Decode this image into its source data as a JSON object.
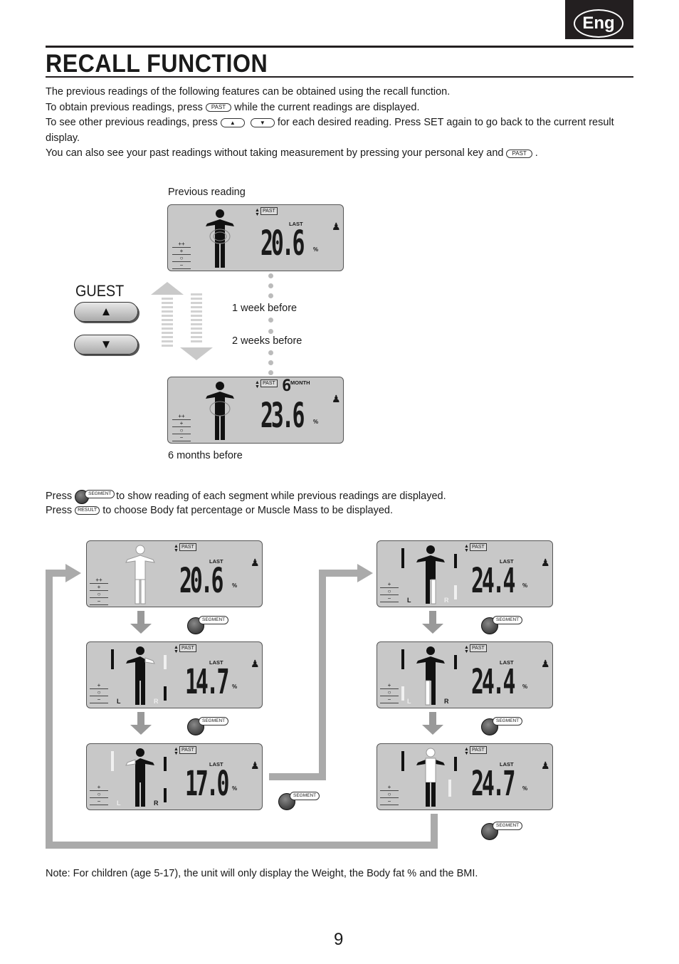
{
  "tab_label": "Eng",
  "title": "RECALL FUNCTION",
  "intro": {
    "line1": "The previous readings of the following features can be obtained using the recall function.",
    "line2_a": "To obtain previous readings, press",
    "line2_b": "while the current readings are displayed.",
    "line3_a": "To see other previous readings, press",
    "line3_b": "for each desired reading. Press SET again to go back to the current result display.",
    "line4_a": "You can also see your past readings without taking measurement by pressing your personal key and",
    "line4_b": "."
  },
  "keys": {
    "past": "PAST",
    "segment": "SEGMENT",
    "result": "RESULT",
    "up": "▲",
    "down": "▼"
  },
  "diagram1": {
    "previous_label": "Previous reading",
    "week1_label": "1 week before",
    "week2_label": "2 weeks before",
    "months6_label": "6 months before",
    "guest_label": "GUEST",
    "up_symbol": "▲",
    "down_symbol": "▼",
    "lcd_top": {
      "value": "20.6",
      "last": "LAST",
      "unit": "%"
    },
    "lcd_bottom": {
      "value": "23.6",
      "month_num": "6",
      "month": "MONTH",
      "unit": "%"
    }
  },
  "press_lines": {
    "segment_a": "Press",
    "segment_b": "to show reading of each segment while previous readings are displayed.",
    "result_a": "Press",
    "result_b": "to choose Body fat percentage or Muscle Mass to be displayed."
  },
  "segments": {
    "lcd_left": [
      {
        "value": "20.6",
        "last": "LAST",
        "unit": "%"
      },
      {
        "value": "14.7",
        "last": "LAST",
        "unit": "%",
        "l": "L",
        "r": "R"
      },
      {
        "value": "17.0",
        "last": "LAST",
        "unit": "%",
        "l": "L",
        "r": "R"
      }
    ],
    "lcd_right": [
      {
        "value": "24.4",
        "last": "LAST",
        "unit": "%",
        "l": "L",
        "r": "R"
      },
      {
        "value": "24.4",
        "last": "LAST",
        "unit": "%",
        "l": "L",
        "r": "R"
      },
      {
        "value": "24.7",
        "last": "LAST",
        "unit": "%"
      }
    ]
  },
  "note": "Note: For children (age 5-17), the unit will only display the Weight, the Body fat % and the BMI.",
  "page_number": "9"
}
